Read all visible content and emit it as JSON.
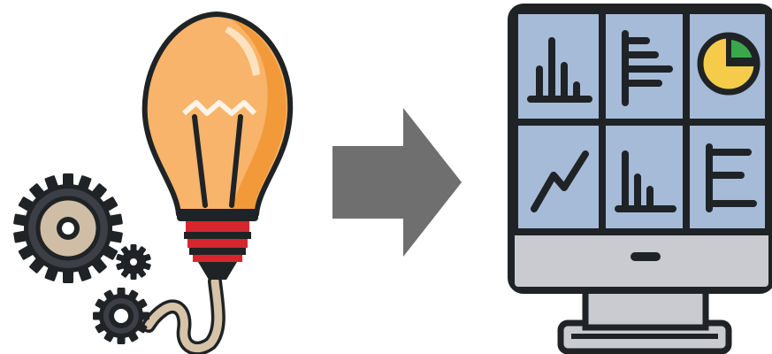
{
  "diagram": {
    "nodes": [
      {
        "id": "idea",
        "label": "",
        "icon": "gears-lightbulb-icon"
      },
      {
        "id": "dashboard",
        "label": "",
        "icon": "monitor-dashboard-icon"
      }
    ],
    "edges": [
      {
        "from": "idea",
        "to": "dashboard",
        "icon": "right-arrow-icon"
      }
    ],
    "dashboard_panels": [
      "bar-chart-icon",
      "horizontal-bar-chart-icon",
      "pie-chart-icon",
      "line-chart-icon",
      "bar-chart-icon",
      "horizontal-bar-chart-icon"
    ]
  },
  "colors": {
    "outline": "#1f2326",
    "bulb_glass": "#f7b46a",
    "bulb_shade": "#f29a3a",
    "bulb_highlight": "#fde2bf",
    "bulb_base_red": "#d8262f",
    "gear_dark": "#3c3f46",
    "gear_ring": "#cfbda6",
    "wire": "#d6c3a8",
    "arrow": "#6f6f6f",
    "screen_blue": "#a6bbd8",
    "monitor_gray": "#c9cbd0",
    "pie_yellow": "#f4cc4a",
    "pie_green": "#3aa84a"
  }
}
